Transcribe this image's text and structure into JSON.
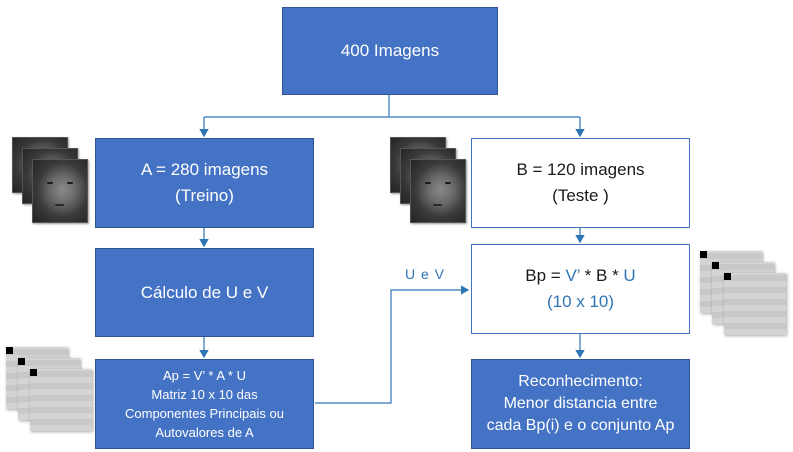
{
  "diagram": {
    "top": {
      "text": "400 Imagens"
    },
    "train": {
      "line1": "A = 280 imagens",
      "line2": "(Treino)"
    },
    "test": {
      "line1": "B = 120 imagens",
      "line2": "(Teste )"
    },
    "calc": {
      "text": "Cálculo de U e V"
    },
    "bp": {
      "prefix": "Bp = ",
      "v": "V’",
      "mid": " * B * ",
      "u": "U",
      "dims": "(10 x 10)"
    },
    "ap": {
      "line1": "Ap = V’ * A * U",
      "line2": "Matriz 10 x 10 das",
      "line3": "Componentes Principais ou",
      "line4": "Autovalores de A"
    },
    "recog": {
      "line1": "Reconhecimento:",
      "line2": "Menor distancia entre",
      "line3": "cada Bp(i) e o conjunto Ap"
    },
    "edge_label": "U e V"
  },
  "colors": {
    "box_fill": "#4472c4",
    "box_border": "#2f5597",
    "accent_text": "#2e75b6",
    "connector": "#2e75b6"
  }
}
